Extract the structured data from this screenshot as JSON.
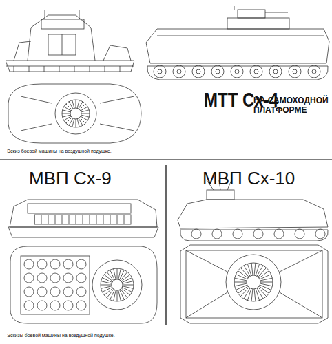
{
  "diagram": {
    "caption": "Эскизы боевой машины на воздушной подушке.",
    "labels": [
      "МТТ Сх-4",
      "НА САМОХОДНОЙ ПЛАТФОРМЕ",
      "Эскиз боевой машины на воздушной подушке.",
      "МВП Сх-9",
      "МВП Сх-10"
    ]
  }
}
